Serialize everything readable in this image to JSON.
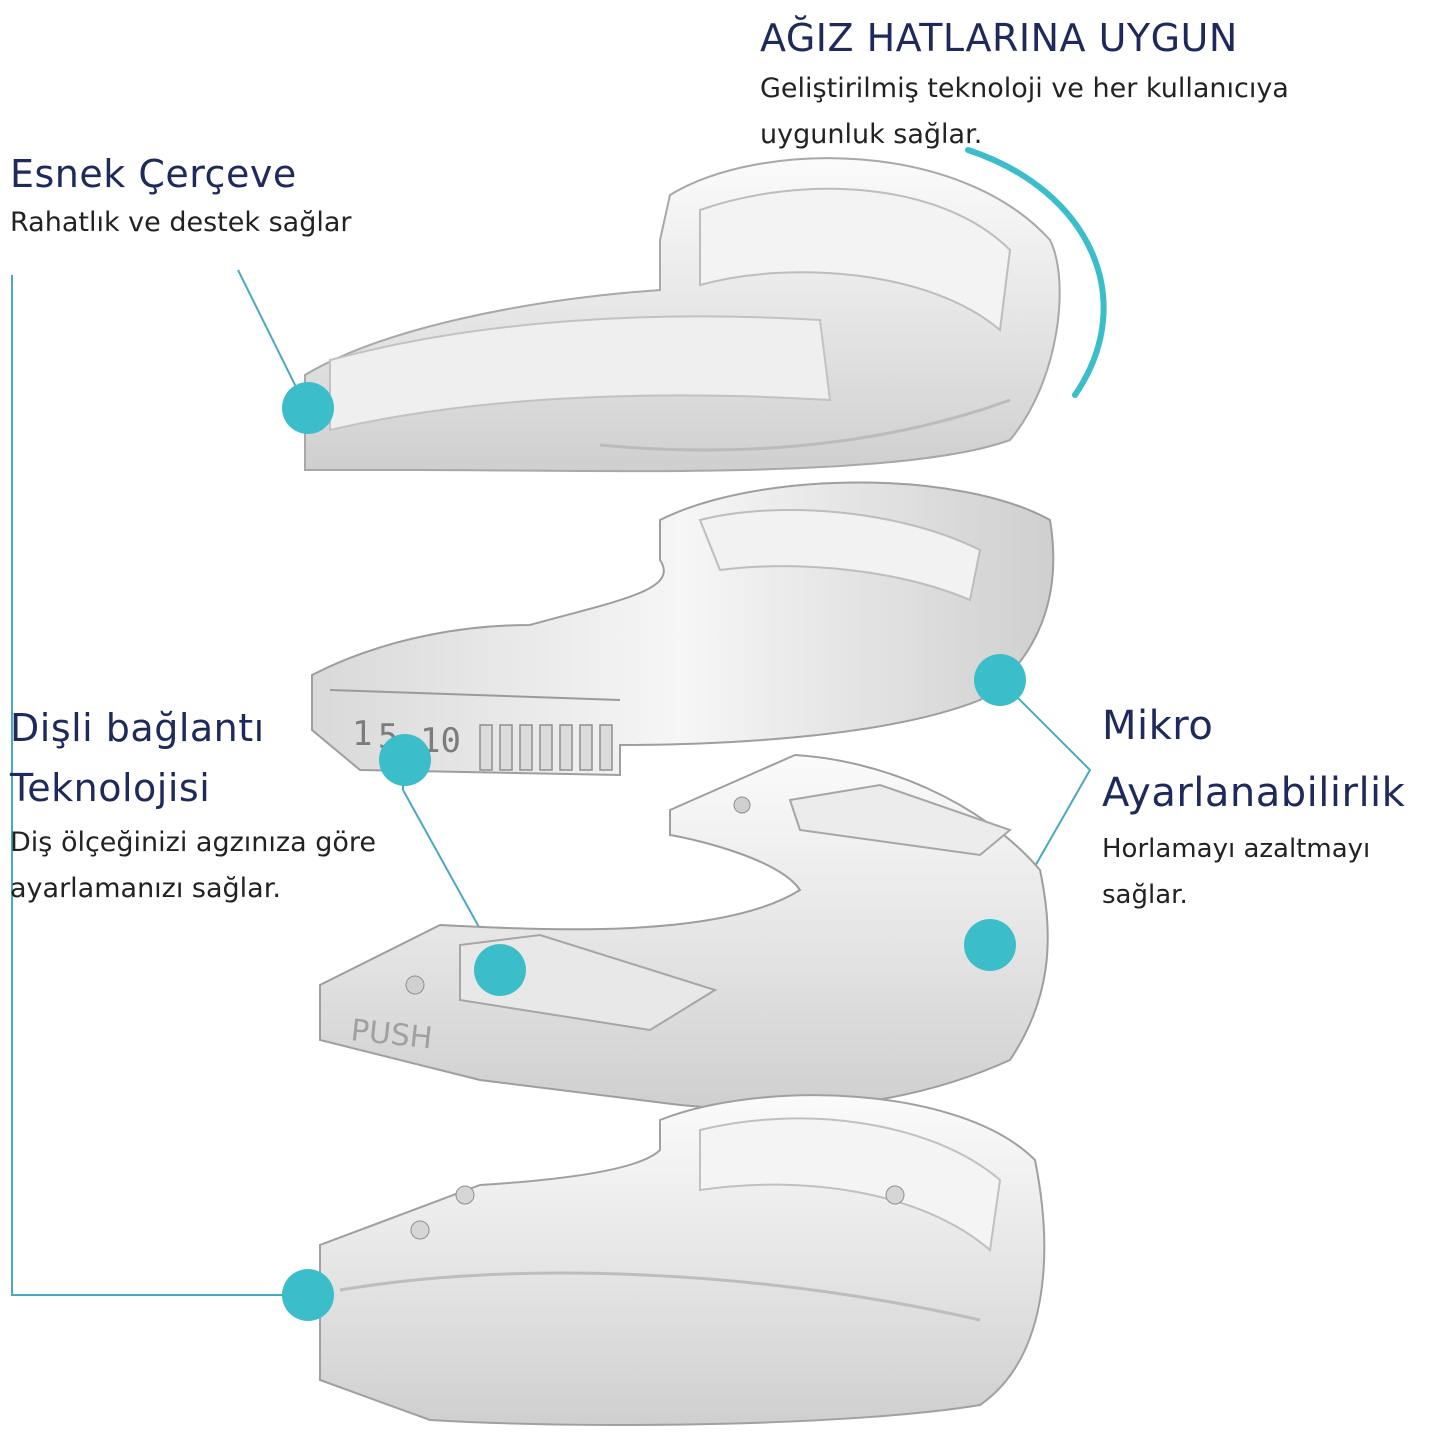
{
  "colors": {
    "accent": "#3bbec9",
    "heading": "#1f2a5c",
    "body": "#222222",
    "line": "#4aa9c0"
  },
  "callouts": {
    "fit": {
      "title": "AĞIZ HATLARINA UYGUN",
      "desc": "Geliştirilmiş teknoloji ve her kullanıcıya uygunluk sağlar."
    },
    "frame": {
      "title": "Esnek Çerçeve",
      "desc": "Rahatlık ve destek sağlar"
    },
    "gear": {
      "title_l1": "Dişli bağlantı",
      "title_l2": "Teknolojisi",
      "desc": "Diş ölçeğinizi agzınıza göre ayarlamanızı sağlar."
    },
    "micro": {
      "title_l1": "Mikro",
      "title_l2": "Ayarlanabilirlik",
      "desc": "Horlamayı azaltmayı sağlar."
    }
  },
  "scale_marks": [
    "1",
    "5",
    "10"
  ],
  "push_label": "PUSH"
}
